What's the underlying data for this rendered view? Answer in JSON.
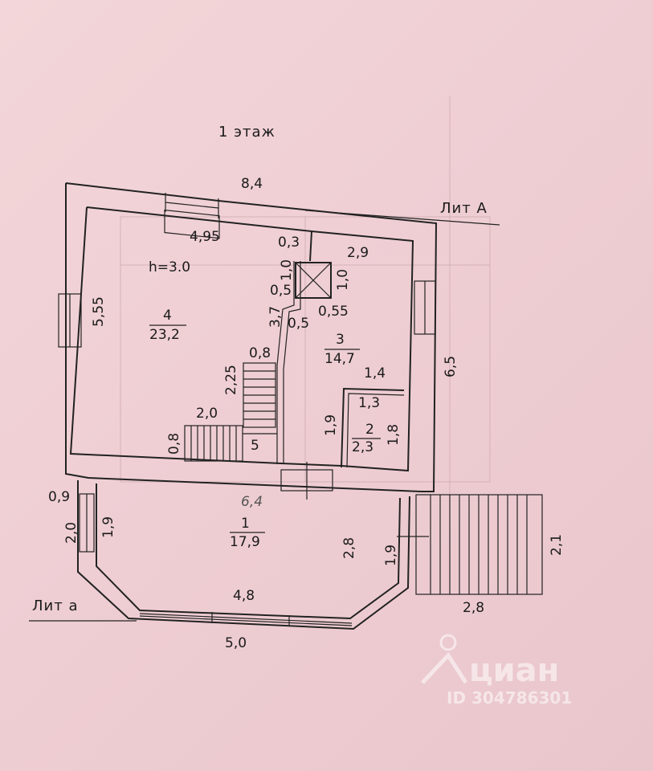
{
  "floor_label": "1 этаж",
  "lit_upper": "Лит А",
  "lit_lower": "Лит а",
  "rooms": [
    {
      "number": "1",
      "area": "17,9"
    },
    {
      "number": "2",
      "area": "2,3"
    },
    {
      "number": "3",
      "area": "14,7"
    },
    {
      "number": "4",
      "area": "23,2"
    }
  ],
  "height_label": "h=3.0",
  "dims": {
    "top_overall": "8,4",
    "right_overall": "6,5",
    "room4_width": "4,95",
    "room4_depth": "5,55",
    "room3_width": "2,9",
    "shaft_a": "0,3",
    "shaft_b": "1,0",
    "shaft_c": "1,0",
    "shaft_d": "0,5",
    "shaft_e": "0,55",
    "shaft_f": "0,5",
    "partition_len": "3,7",
    "stair_width": "0,8",
    "stair_len": "2,25",
    "stair_lower_len": "2,0",
    "stair_lower_w": "0,8",
    "stair_steps": "5",
    "wc_top": "1,4",
    "wc_width": "1,3",
    "wc_left": "1,9",
    "wc_right": "1,8",
    "porch_left": "0,9",
    "porch_left_outer": "2,0",
    "porch_left_inner": "1,9",
    "room1_right": "2,8",
    "room1_door": "1,9",
    "room1_width": "4,8",
    "bottom_overall": "5,0",
    "handwritten": "6,4",
    "steps_depth": "2,1",
    "steps_width": "2,8"
  },
  "watermark": {
    "brand": "циан",
    "id": "ID 304786301"
  }
}
